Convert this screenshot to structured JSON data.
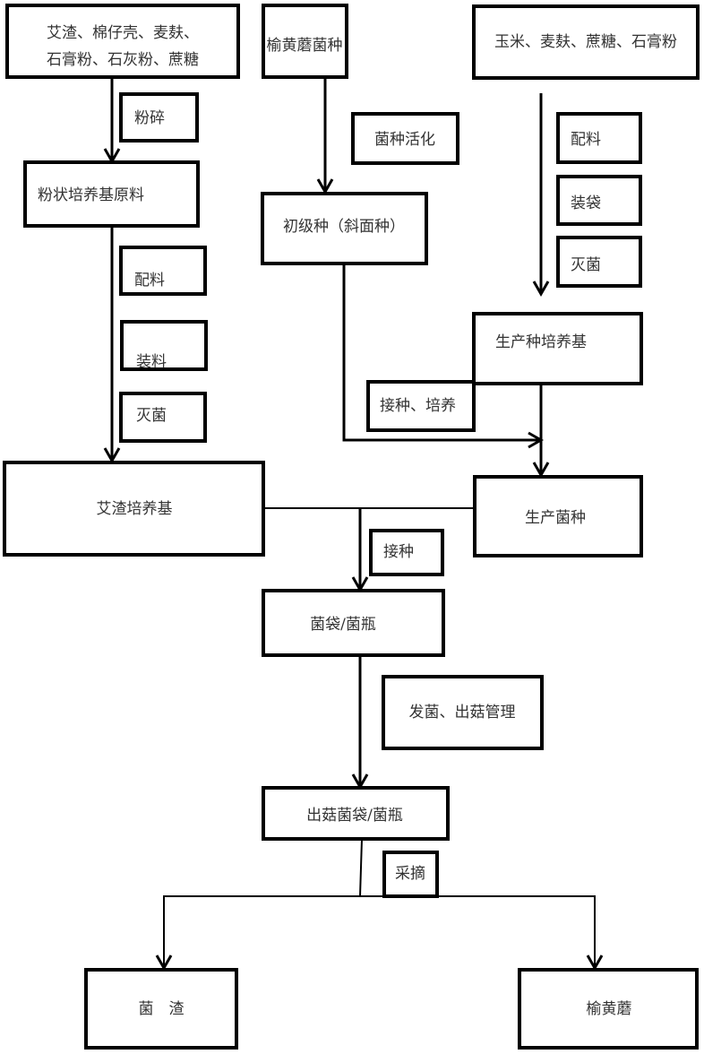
{
  "title": "榆黄蘑栽培工艺流程",
  "nodes": {
    "raw_materials": {
      "lines": [
        "艾渣、棉仔壳、麦麸、",
        "石膏粉、石灰粉、蔗糖"
      ]
    },
    "powder_medium": {
      "label": "粉状培养基原料"
    },
    "aizha_medium": {
      "label": "艾渣培养基"
    },
    "strain": {
      "label": "榆黄蘑菌种"
    },
    "primary_seed": {
      "label": "初级种（斜面种）"
    },
    "seed_materials": {
      "label": "玉米、麦麸、蔗糖、石膏粉"
    },
    "production_medium": {
      "label": "生产种培养基"
    },
    "production_strain": {
      "label": "生产菌种"
    },
    "bag_bottle": {
      "label": "菌袋/菌瓶"
    },
    "fruiting_bag": {
      "label": "出菇菌袋/菌瓶"
    },
    "residue": {
      "label": "菌　渣"
    },
    "mushroom": {
      "label": "榆黄蘑"
    }
  },
  "steps": {
    "crush": "粉碎",
    "mix_left": "配料",
    "fill_left": "装料",
    "sterilize_left": "灭菌",
    "activate": "菌种活化",
    "mix_right": "配料",
    "bag_right": "装袋",
    "sterilize_right": "灭菌",
    "inoculate_culture": "接种、培养",
    "inoculate": "接种",
    "grow_manage": "发菌、出菇管理",
    "harvest": "采摘"
  }
}
